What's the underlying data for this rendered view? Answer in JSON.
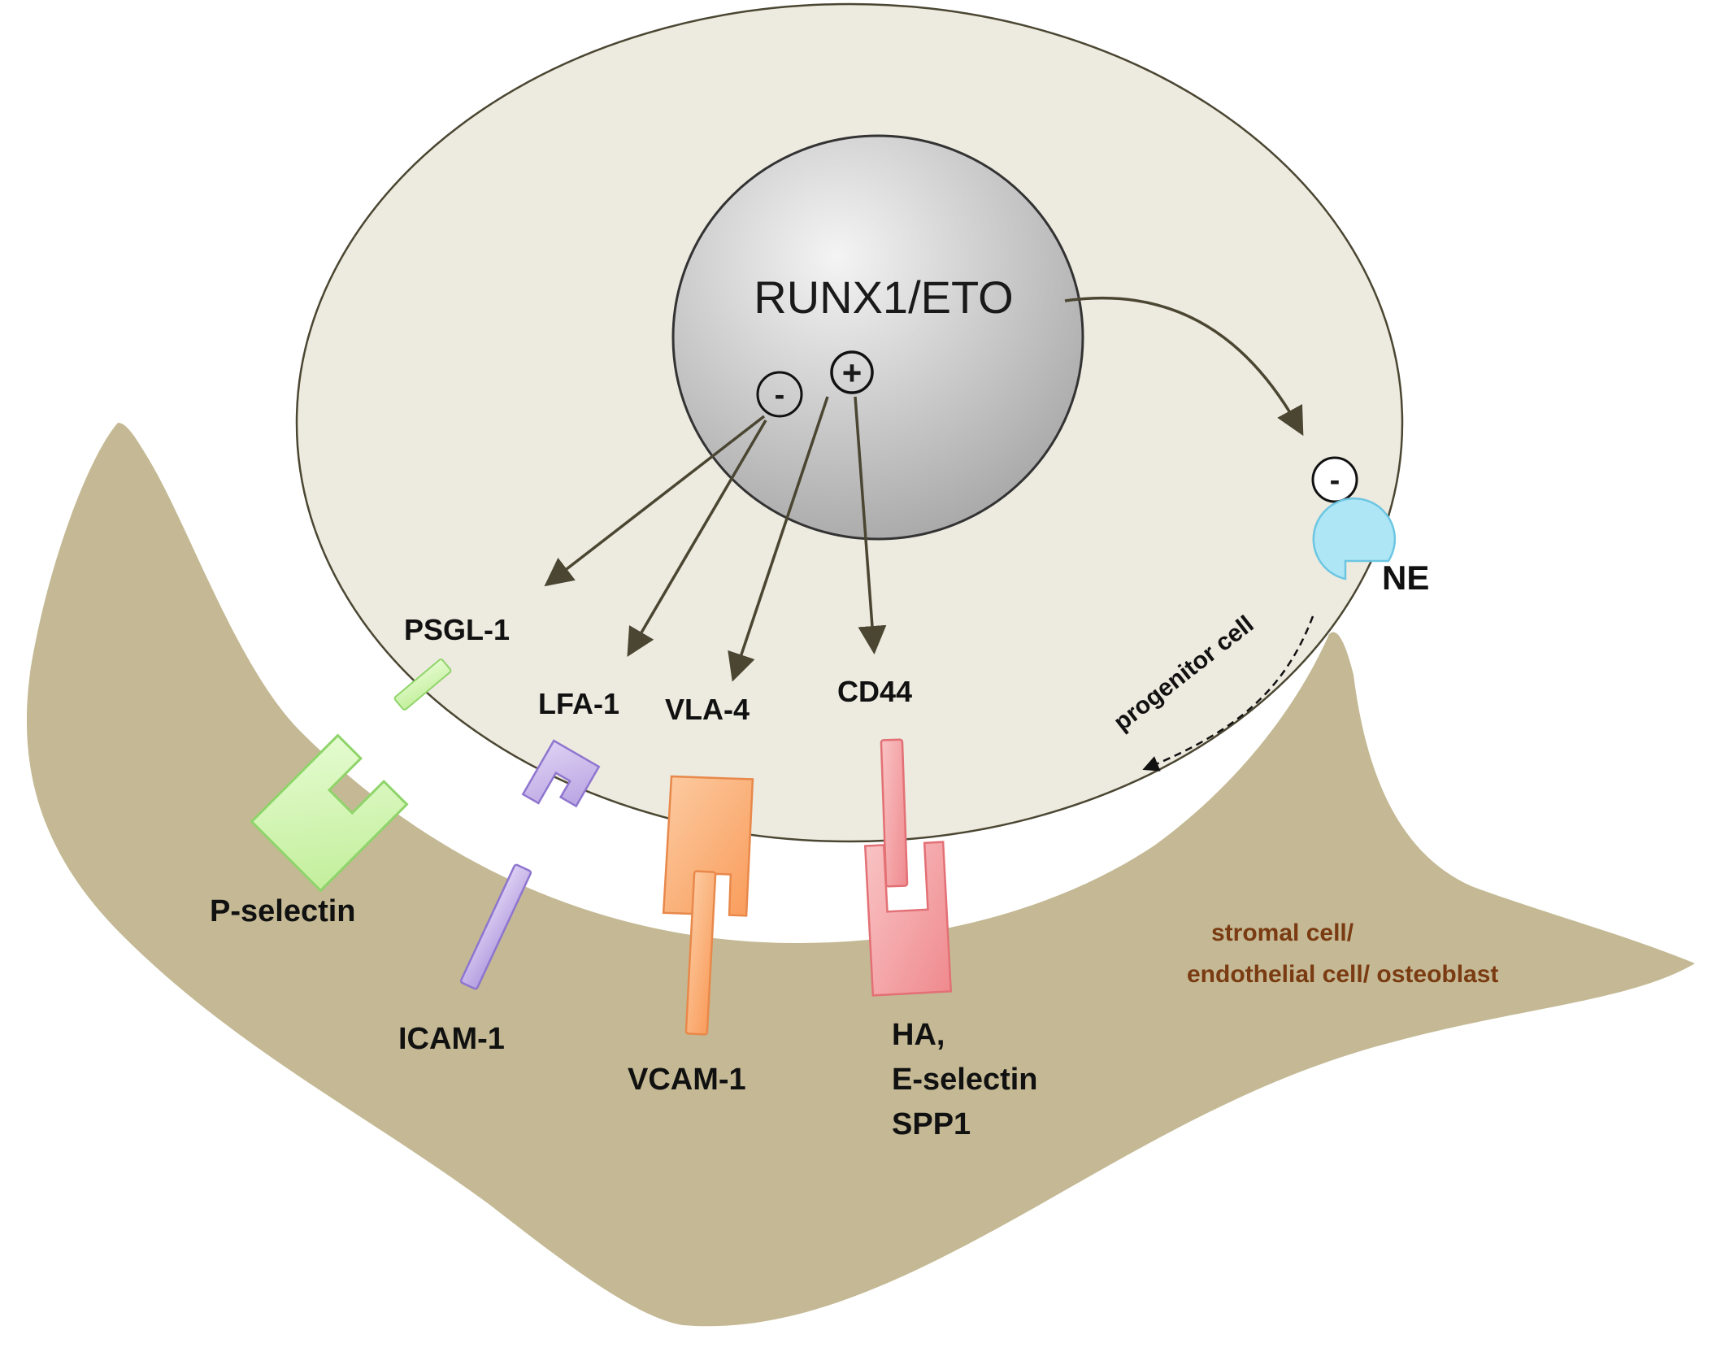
{
  "nucleus": {
    "label": "RUNX1/ETO",
    "minus_sign": "-",
    "plus_sign": "+"
  },
  "ne": {
    "label": "NE",
    "minus_sign": "-"
  },
  "progenitor_label": "progenitor cell",
  "stromal_label": {
    "line1": "stromal cell/",
    "line2": "endothelial cell/ osteoblast"
  },
  "receptors": {
    "psgl1": "PSGL-1",
    "lfa1": "LFA-1",
    "vla4": "VLA-4",
    "cd44": "CD44"
  },
  "ligands": {
    "pselectin": "P-selectin",
    "icam1": "ICAM-1",
    "vcam1": "VCAM-1",
    "ha_line1": "HA,",
    "ha_line2": "E-selectin",
    "ha_line3": "SPP1"
  },
  "colors": {
    "stroma": "#c4b994",
    "progenitor": "#edeadf",
    "nucleus_light": "#f2f2f2",
    "nucleus_dark": "#a9a9a9",
    "arrow": "#4a4632",
    "green": "#d2f5b0",
    "purple": "#c7b5e8",
    "orange": "#fbb27a",
    "pink": "#f5a0a3",
    "ne_blue": "#aee6f6",
    "brown_text": "#7a3b12"
  }
}
